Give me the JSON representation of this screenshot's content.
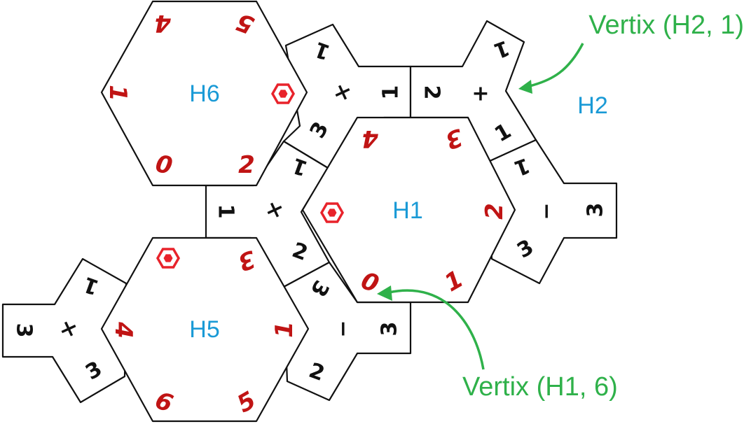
{
  "colors": {
    "hex_label": "#1a9ad6",
    "token": "#c01414",
    "bridge_text": "#111111",
    "annotation": "#2fb14a",
    "outline": "#111111"
  },
  "hexes": [
    {
      "name": "H1",
      "numbers": [
        "4",
        "3",
        "2",
        "1",
        "0"
      ],
      "has_marker": true
    },
    {
      "name": "H2",
      "numbers": [],
      "has_marker": false
    },
    {
      "name": "H5",
      "numbers": [
        "3",
        "1",
        "5",
        "6",
        "4"
      ],
      "has_marker": true
    },
    {
      "name": "H6",
      "numbers": [
        "4",
        "5",
        "2",
        "0",
        "1"
      ],
      "has_marker": true
    }
  ],
  "bridges": {
    "top_left": [
      "1",
      "×",
      "1",
      "3"
    ],
    "top_right": [
      "2",
      "+",
      "1",
      "1"
    ],
    "right": [
      "1",
      "−",
      "3",
      "3"
    ],
    "middle_left": [
      "1",
      "×",
      "1",
      "2"
    ],
    "bottom_mid": [
      "3",
      "−",
      "3",
      "2"
    ],
    "left": [
      "1",
      "×",
      "3",
      "3"
    ]
  },
  "annotations": [
    {
      "text": "Vertix (H2, 1)",
      "icon": "arrow-icon"
    },
    {
      "text": "Vertix (H1, 6)",
      "icon": "arrow-icon"
    }
  ],
  "marker_icon": "hexagon-marker-icon"
}
